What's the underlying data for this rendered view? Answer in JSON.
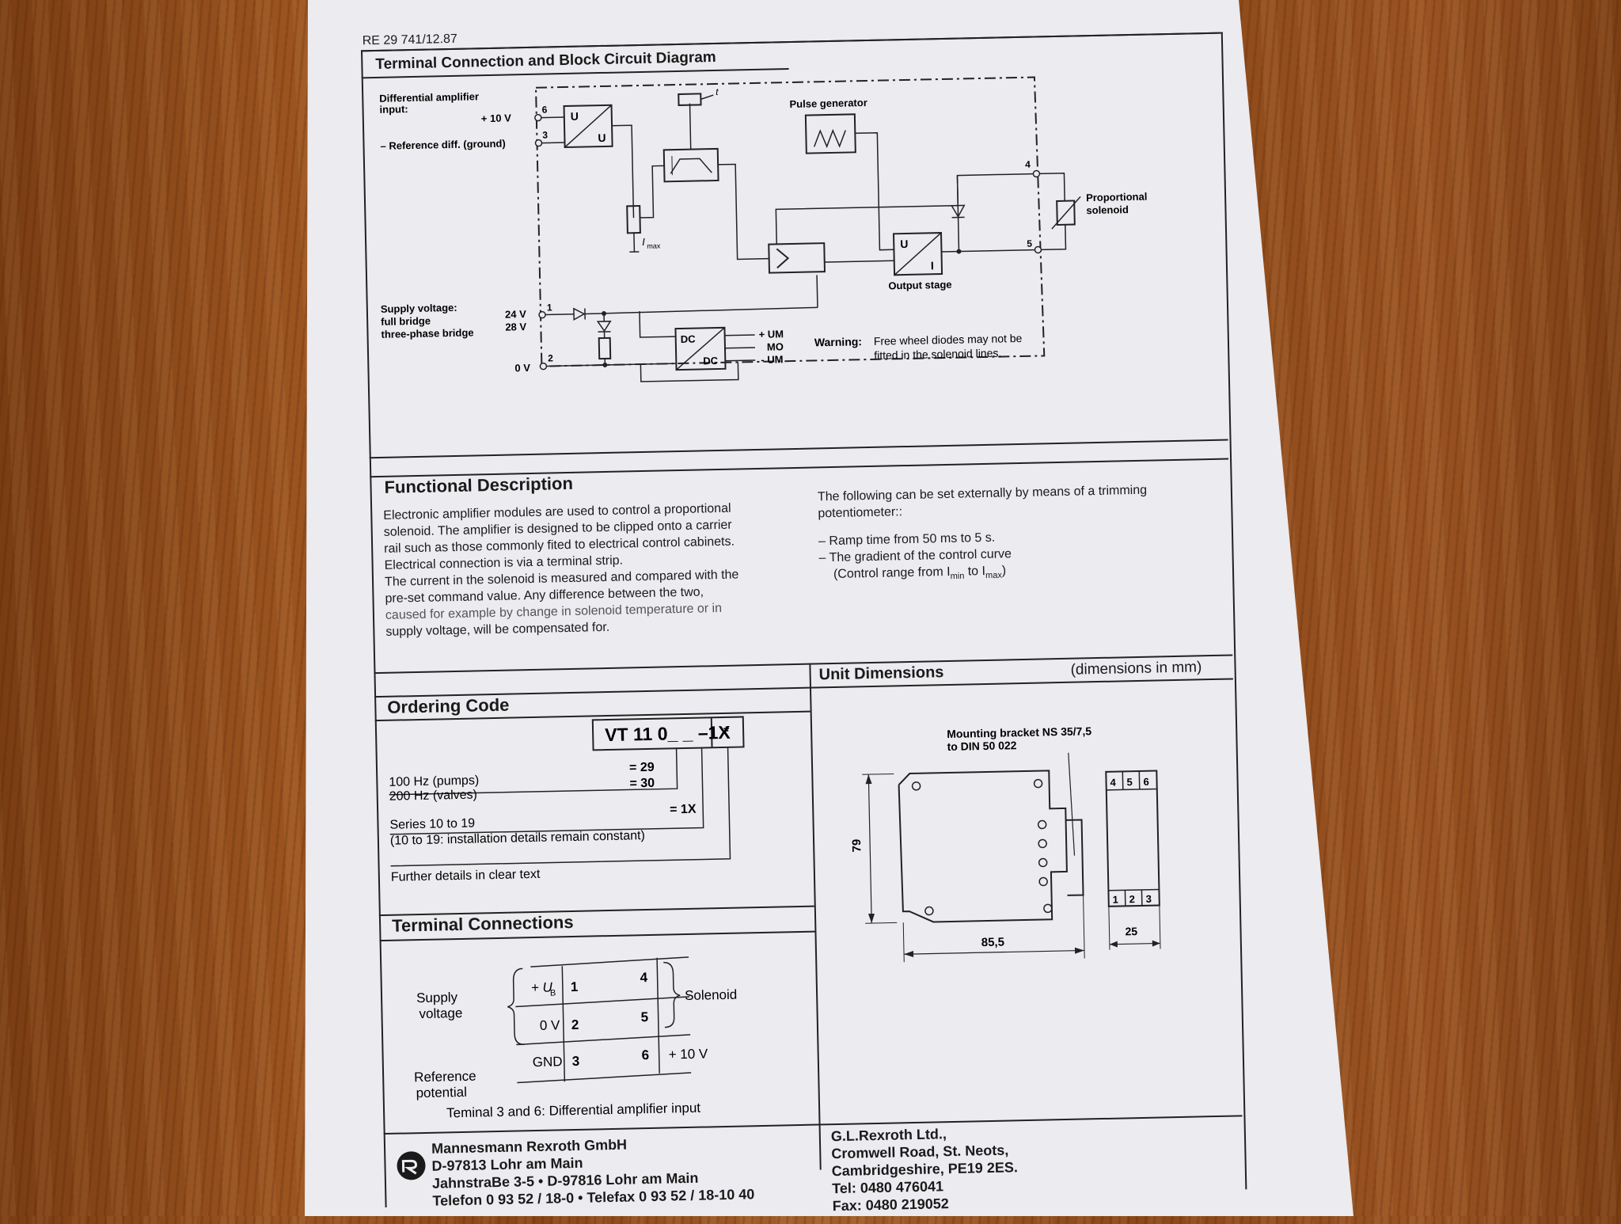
{
  "document": {
    "ref": "RE 29 741/12.87"
  },
  "circuit": {
    "title": "Terminal Connection and Block Circuit Diagram",
    "diff_amp_label_1": "Differential amplifier",
    "diff_amp_label_2": "input:",
    "plus10v": "+ 10 V",
    "ref_diff": "– Reference diff. (ground)",
    "term6": "6",
    "term3": "3",
    "term1": "1",
    "term2": "2",
    "term4": "4",
    "term5": "5",
    "pulse_generator": "Pulse generator",
    "prop_solenoid_1": "Proportional",
    "prop_solenoid_2": "solenoid",
    "output_stage": "Output stage",
    "supply_1": "Supply voltage:",
    "supply_2": "full bridge",
    "supply_3": "three-phase bridge",
    "v24": "24 V",
    "v28": "28 V",
    "v0": "0 V",
    "imax": "I",
    "imax_sub": "max",
    "t": "t",
    "um_plus": "+ UM",
    "mo": "MO",
    "um_minus": "- UM",
    "dc": "DC",
    "u": "U",
    "i": "I",
    "warning_label": "Warning:",
    "warning_1": "Free wheel diodes may not be",
    "warning_2": "fitted in the solenoid lines."
  },
  "functional": {
    "title": "Functional Description",
    "left_lines": [
      "Electronic amplifier modules are used to control a proportional",
      "solenoid. The amplifier is designed to be clipped onto a carrier",
      "rail such as those commonly fited to electrical control cabinets.",
      "Electrical connection is via a terminal strip.",
      "The current in the solenoid is measured and compared with the",
      "pre-set command value. Any difference between the two,",
      "caused for example by change in solenoid temperature or in",
      "supply voltage, will be compensated for."
    ],
    "right_1": "The following can be set externally by means of a trimming",
    "right_2": "potentiometer::",
    "item_1": "– Ramp time from 50 ms to 5 s.",
    "item_2": "– The gradient of the control curve",
    "item_3": "(Control range from I",
    "item_3_min": "min",
    "item_3_to": " to I",
    "item_3_max": "max",
    "item_3_end": ")"
  },
  "ordering": {
    "title": "Ordering Code",
    "code": "VT 11 0_ _ –1X",
    "star": "*",
    "row1_label": "100 Hz (pumps)",
    "row1_val": "= 29",
    "row2_label": "200 Hz (valves)",
    "row2_val": "= 30",
    "row3_val": "= 1X",
    "row3_label": "Series 10 to 19",
    "row3_sub": "(10 to 19: installation details remain constant)",
    "row4_label": "Further details in clear text"
  },
  "terminals": {
    "title": "Terminal Connections",
    "supply_1": "Supply",
    "supply_2": "voltage",
    "ub": "+ U",
    "ub_sub": "B",
    "zero_v": "0 V",
    "gnd": "GND",
    "n1": "1",
    "n2": "2",
    "n3": "3",
    "n4": "4",
    "n5": "5",
    "n6": "6",
    "solenoid": "Solenoid",
    "plus10": "+ 10 V",
    "ref_1": "Reference",
    "ref_2": "potential",
    "note": "Teminal 3 and 6: Differential amplifier input"
  },
  "dimensions": {
    "title": "Unit Dimensions",
    "unit": "(dimensions in mm)",
    "bracket_1": "Mounting bracket NS 35/7,5",
    "bracket_2": "to DIN 50 022",
    "h79": "79",
    "w855": "85,5",
    "w25": "25",
    "t4": "4",
    "t5": "5",
    "t6": "6",
    "t1": "1",
    "t2": "2",
    "t3": "3"
  },
  "footer": {
    "company": "Mannesmann Rexroth GmbH",
    "addr1": "D-97813 Lohr am Main",
    "addr2": "JahnstraBe 3-5 • D-97816 Lohr am Main",
    "addr3": "Telefon 0 93 52 / 18-0 • Telefax 0 93 52 / 18-10 40",
    "uk_company": "G.L.Rexroth Ltd.,",
    "uk_addr1": "Cromwell Road, St. Neots,",
    "uk_addr2": "Cambridgeshire, PE19 2ES.",
    "uk_tel": "Tel: 0480 476041",
    "uk_fax": "Fax: 0480 219052"
  }
}
